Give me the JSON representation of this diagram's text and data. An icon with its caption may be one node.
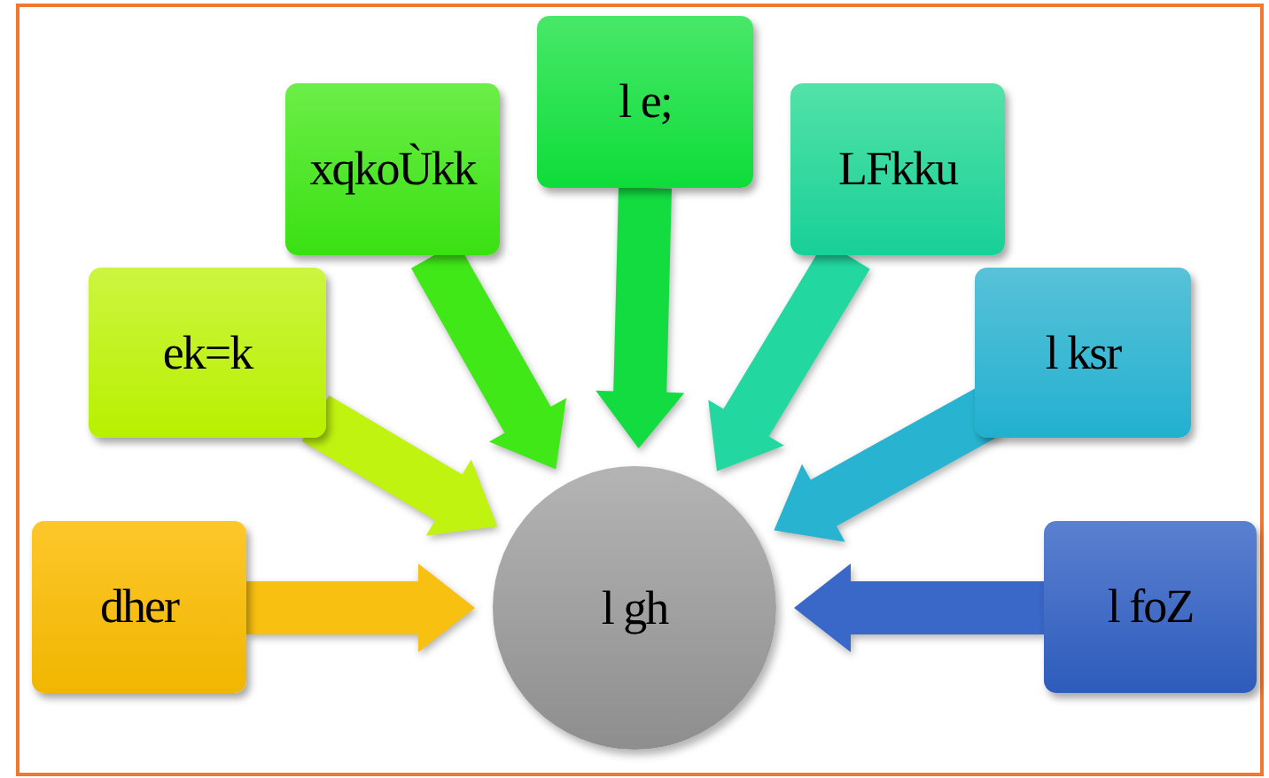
{
  "diagram": {
    "nodes": [
      {
        "text": [
          "dher"
        ]
      },
      {
        "text": [
          "ek=k"
        ]
      },
      {
        "text": [
          "xqkoÙkk"
        ]
      },
      {
        "text": [
          "l e;"
        ]
      },
      {
        "text": [
          "LFkku"
        ]
      },
      {
        "text": [
          "l ksr"
        ]
      },
      {
        "text": [
          "l foZ"
        ]
      },
      {
        "text": [
          "l gh"
        ]
      }
    ],
    "edges": [
      {
        "from": 0,
        "to": 7,
        "arrow": "to",
        "color": "#f8c010"
      },
      {
        "from": 1,
        "to": 7,
        "arrow": "to",
        "color": "#c0f410"
      },
      {
        "from": 2,
        "to": 7,
        "arrow": "to",
        "color": "#40e818"
      },
      {
        "from": 3,
        "to": 7,
        "arrow": "to",
        "color": "#12dc40"
      },
      {
        "from": 4,
        "to": 7,
        "arrow": "to",
        "color": "#22d8a0"
      },
      {
        "from": 5,
        "to": 7,
        "arrow": "to",
        "color": "#28b4d0"
      },
      {
        "from": 6,
        "to": 7,
        "arrow": "to",
        "color": "#3a68c8"
      }
    ]
  }
}
